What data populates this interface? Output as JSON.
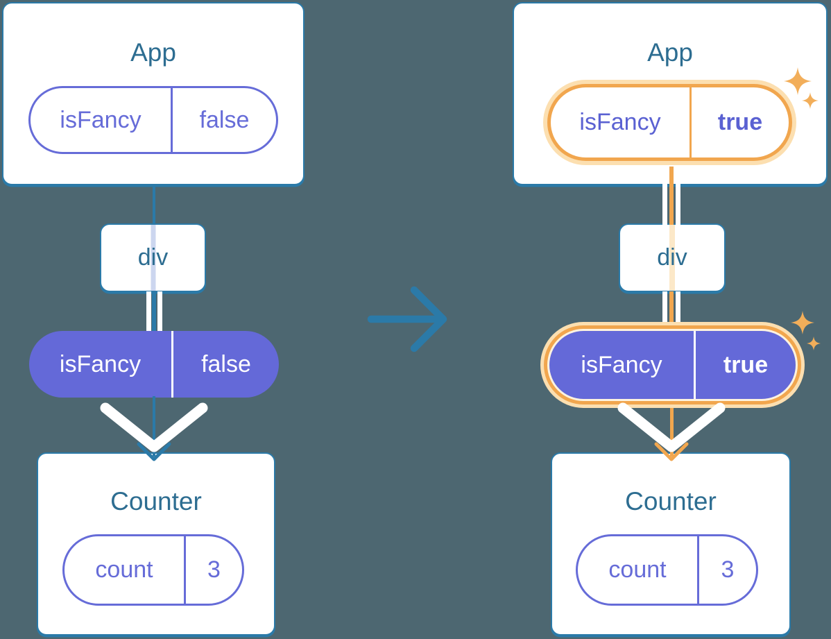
{
  "left": {
    "app_title": "App",
    "app_prop_name": "isFancy",
    "app_prop_value": "false",
    "div_label": "div",
    "pill_prop_name": "isFancy",
    "pill_prop_value": "false",
    "counter_title": "Counter",
    "counter_state_name": "count",
    "counter_state_value": "3"
  },
  "right": {
    "app_title": "App",
    "app_prop_name": "isFancy",
    "app_prop_value": "true",
    "div_label": "div",
    "pill_prop_name": "isFancy",
    "pill_prop_value": "true",
    "counter_title": "Counter",
    "counter_state_name": "count",
    "counter_state_value": "3"
  },
  "icons": {
    "transition_arrow": "arrow-right-icon",
    "sparkles": "sparkles-icon"
  },
  "colors": {
    "background": "#4d6771",
    "card_border_teal": "#2b7aa8",
    "component_title": "#2d6d91",
    "prop_purple": "#666cd8",
    "prop_pill_fill": "#6469d8",
    "highlight_orange": "#f1a64e",
    "highlight_orange_light": "#fcdfb0",
    "sparkle_orange": "#f2ae5a"
  }
}
